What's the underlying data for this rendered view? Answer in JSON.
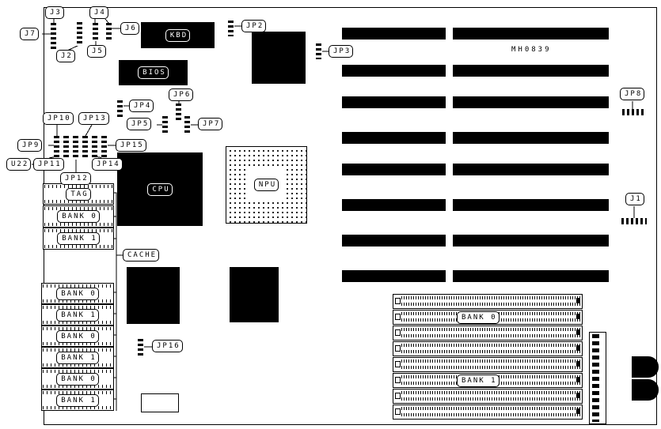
{
  "diagram": {
    "part_number": "MH0839",
    "labels": {
      "j1": "J1",
      "j2": "J2",
      "j3": "J3",
      "j4": "J4",
      "j5": "J5",
      "j6": "J6",
      "j7": "J7",
      "jp2": "JP2",
      "jp3": "JP3",
      "jp4": "JP4",
      "jp5": "JP5",
      "jp6": "JP6",
      "jp7": "JP7",
      "jp8": "JP8",
      "jp9": "JP9",
      "jp10": "JP10",
      "jp11": "JP11",
      "jp12": "JP12",
      "jp13": "JP13",
      "jp14": "JP14",
      "jp15": "JP15",
      "jp16": "JP16",
      "u22": "U22",
      "tag": "TAG",
      "cache": "CACHE"
    },
    "chips": {
      "kbd": "KBD",
      "bios": "BIOS",
      "cpu": "CPU",
      "npu": "NPU"
    },
    "cache_banks": [
      "BANK 0",
      "BANK 1"
    ],
    "dram_banks": [
      "BANK 0",
      "BANK 1",
      "BANK 0",
      "BANK 1",
      "BANK 0",
      "BANK 1"
    ],
    "simm": {
      "bank0": "BANK 0",
      "bank1": "BANK 1"
    }
  }
}
